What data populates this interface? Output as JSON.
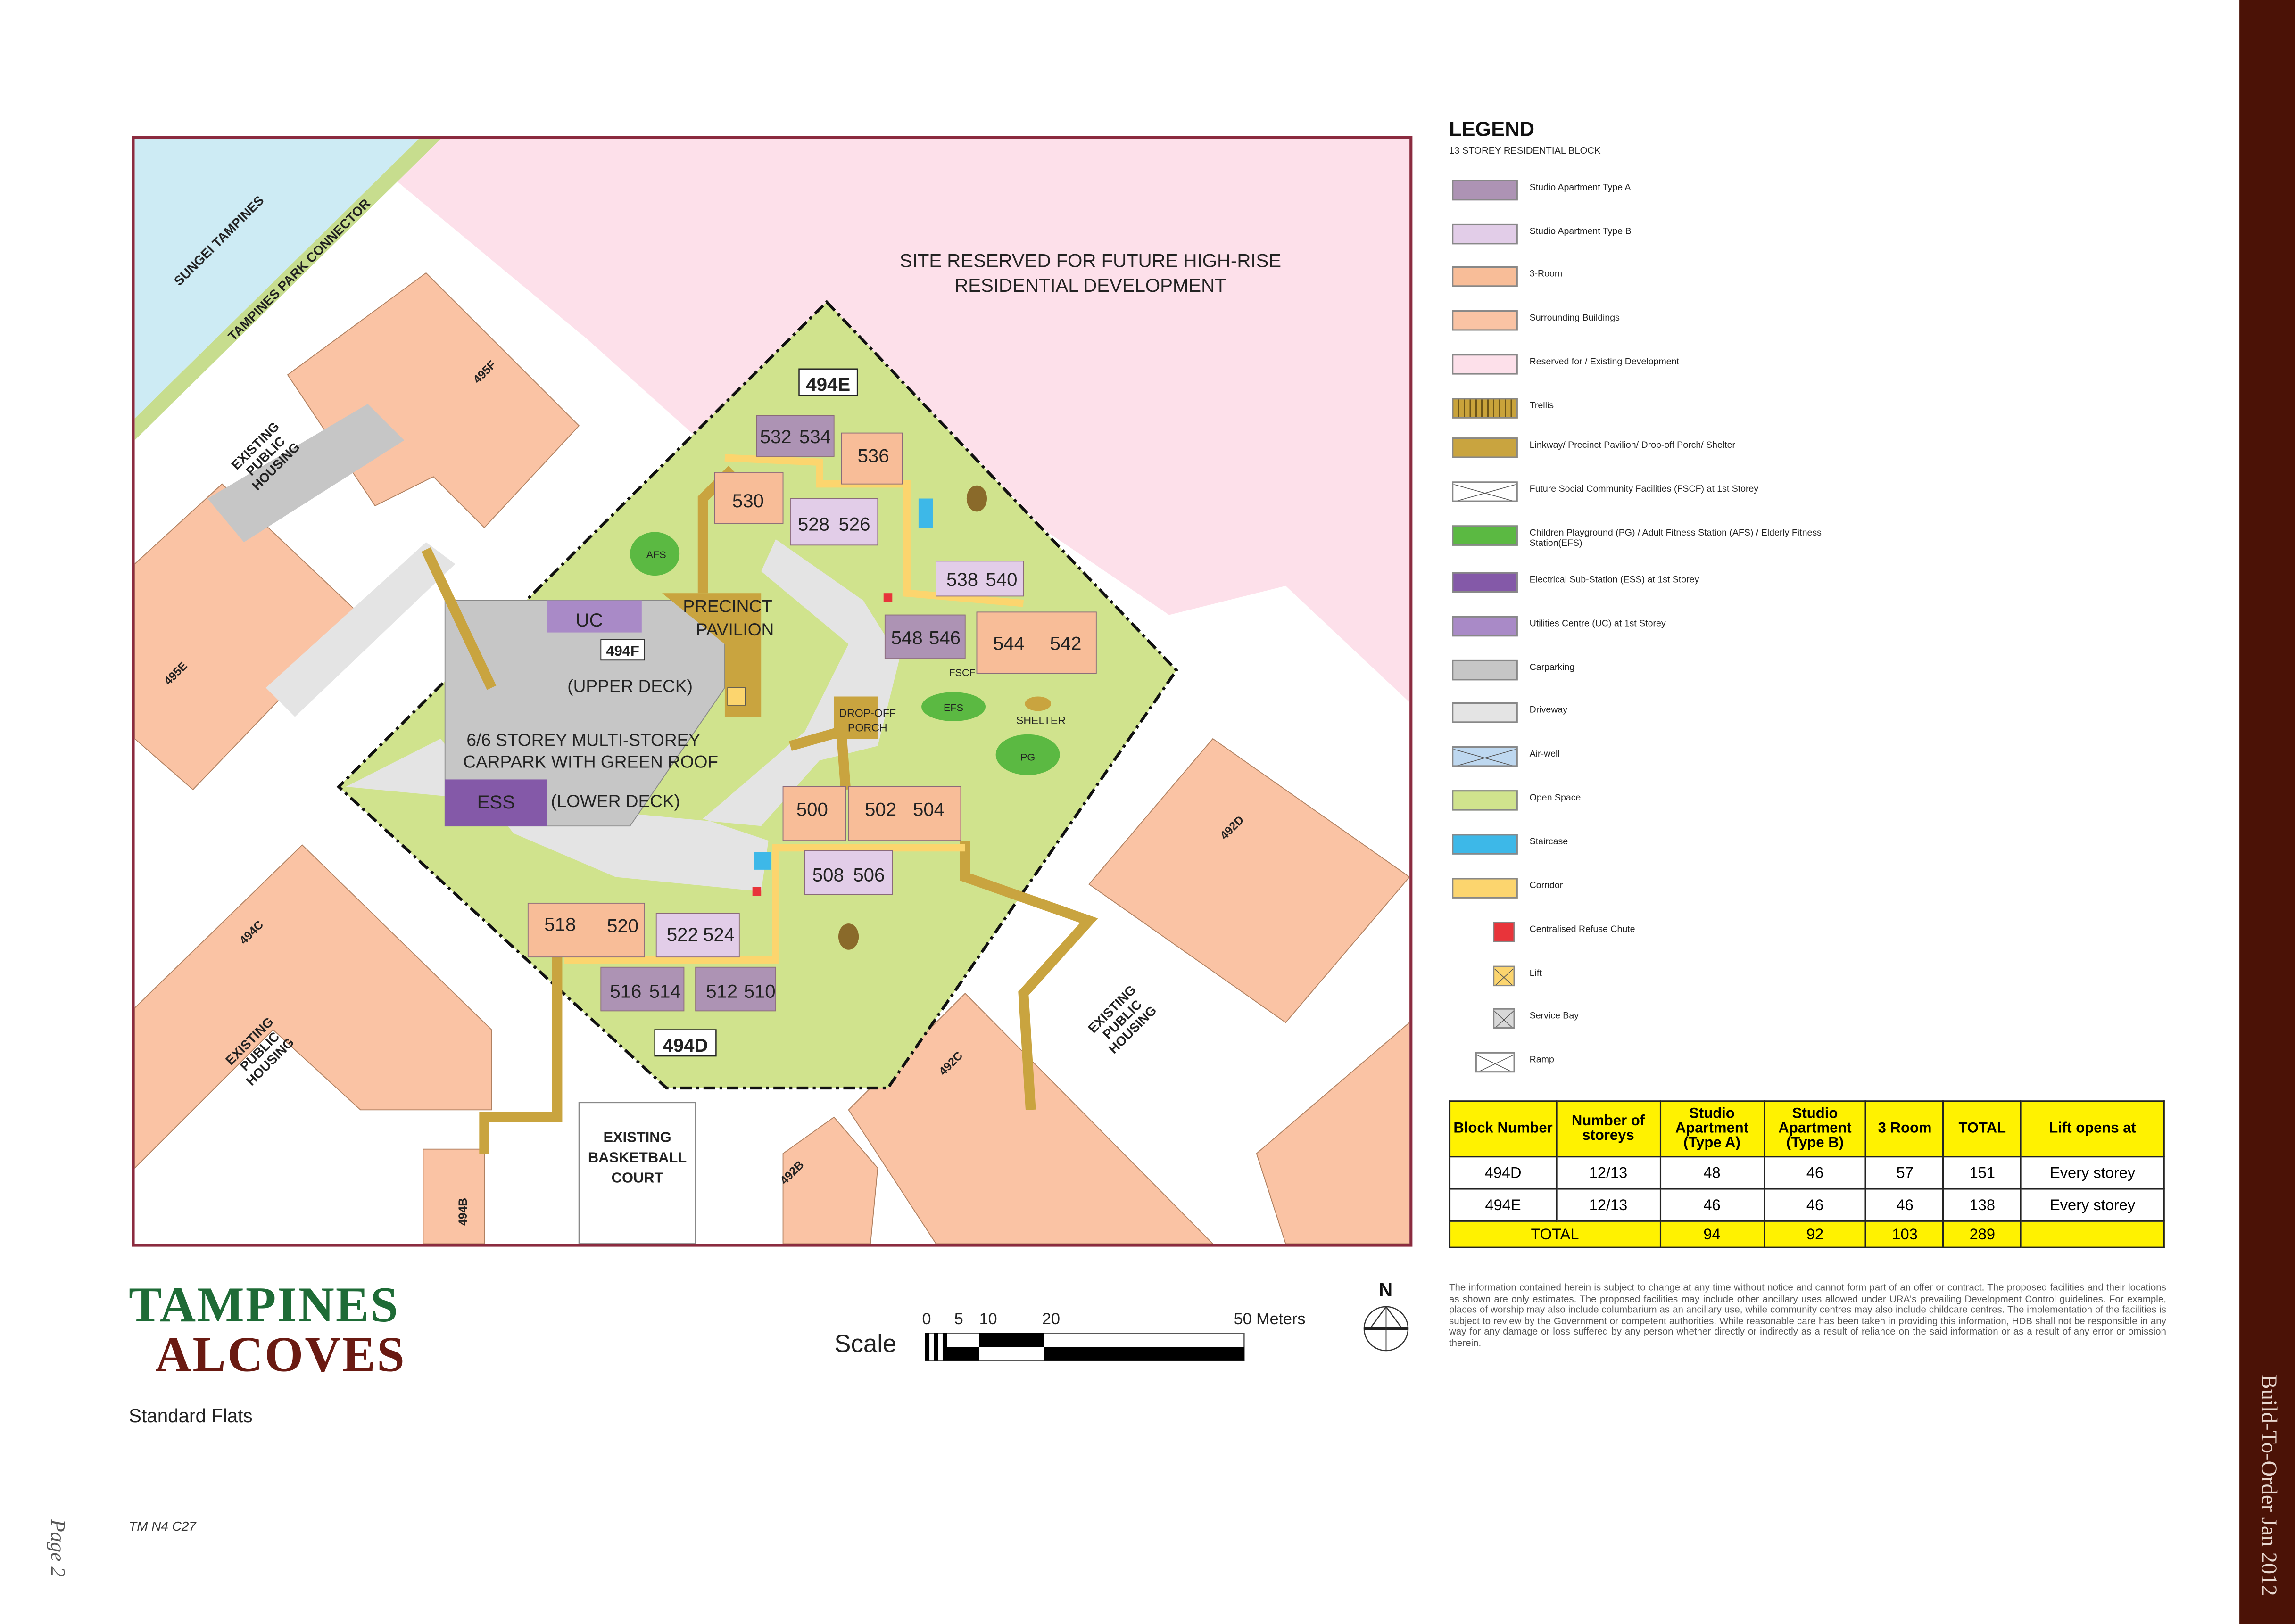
{
  "map": {
    "reserved_site": [
      "SITE RESERVED FOR FUTURE HIGH-RISE",
      "RESIDENTIAL DEVELOPMENT"
    ],
    "river": "SUNGEI TAMPINES",
    "park_connector": "TAMPINES PARK CONNECTOR",
    "existing_housing": [
      "EXISTING",
      "PUBLIC",
      "HOUSING"
    ],
    "basketball": [
      "EXISTING",
      "BASKETBALL",
      "COURT"
    ],
    "surrounding_blocks": [
      "495F",
      "495E",
      "494C",
      "494B",
      "492B",
      "492C",
      "492D"
    ],
    "block_tags": {
      "e": "494E",
      "d": "494D",
      "f": "494F"
    },
    "carpark": {
      "uc": "UC",
      "ess": "ESS",
      "upper_deck": "(UPPER DECK)",
      "lower_deck": "(LOWER DECK)",
      "title": [
        "6/6 STOREY MULTI-STOREY",
        "CARPARK WITH GREEN ROOF"
      ]
    },
    "pavilion": [
      "PRECINCT",
      "PAVILION"
    ],
    "dropoff": [
      "DROP-OFF",
      "PORCH"
    ],
    "facilities": {
      "afs": "AFS",
      "efs": "EFS",
      "pg": "PG",
      "fscf": "FSCF",
      "shelter": "SHELTER"
    },
    "units": [
      "532",
      "534",
      "536",
      "530",
      "528",
      "526",
      "538",
      "540",
      "548",
      "546",
      "544",
      "542",
      "500",
      "502",
      "504",
      "508",
      "506",
      "518",
      "520",
      "522",
      "524",
      "516",
      "514",
      "512",
      "510"
    ]
  },
  "legend": {
    "title": "LEGEND",
    "subtitle": "13 STOREY RESIDENTIAL BLOCK",
    "items": [
      {
        "label": "Studio Apartment Type A",
        "color": "#ad93b4"
      },
      {
        "label": "Studio Apartment Type B",
        "color": "#e2cde8"
      },
      {
        "label": "3-Room",
        "color": "#f8bd98"
      },
      {
        "label": "Surrounding Buildings",
        "color": "#fac3a4"
      },
      {
        "label": "Reserved for / Existing Development",
        "color": "#fde0ea"
      },
      {
        "label": "Trellis",
        "color": "#c9a33a"
      },
      {
        "label": "Linkway/ Precinct Pavilion/ Drop-off Porch/ Shelter",
        "color": "#c9a43f"
      },
      {
        "label": "Future Social Community Facilities (FSCF) at 1st Storey",
        "color": "#ffffff"
      },
      {
        "label": "Children Playground (PG) / Adult Fitness Station (AFS) / Elderly Fitness Station(EFS)",
        "color": "#5bb942"
      },
      {
        "label": "Electrical Sub-Station (ESS) at 1st Storey",
        "color": "#8459a8"
      },
      {
        "label": "Utilities Centre (UC) at 1st Storey",
        "color": "#a98ac7"
      },
      {
        "label": "Carparking",
        "color": "#c6c6c6"
      },
      {
        "label": "Driveway",
        "color": "#e4e4e4"
      },
      {
        "label": "Air-well",
        "color": "#bed8f0"
      },
      {
        "label": "Open Space",
        "color": "#d0e38d"
      },
      {
        "label": "Staircase",
        "color": "#3db8e8"
      },
      {
        "label": "Corridor",
        "color": "#fcd56e"
      },
      {
        "label": "Centralised Refuse Chute",
        "color": "#e8343a"
      },
      {
        "label": "Lift",
        "color": "#fcd56e"
      },
      {
        "label": "Service Bay",
        "color": "#d8d8d8"
      },
      {
        "label": "Ramp",
        "color": "#ffffff"
      }
    ]
  },
  "table": {
    "headers": [
      "Block Number",
      "Number of storeys",
      "Studio Apartment (Type A)",
      "Studio Apartment (Type B)",
      "3 Room",
      "TOTAL",
      "Lift opens at"
    ],
    "rows": [
      [
        "494D",
        "12/13",
        "48",
        "46",
        "57",
        "151",
        "Every storey"
      ],
      [
        "494E",
        "12/13",
        "46",
        "46",
        "46",
        "138",
        "Every storey"
      ]
    ],
    "total": [
      "TOTAL",
      "94",
      "92",
      "103",
      "289",
      ""
    ]
  },
  "disclaimer": "The information contained herein is subject to change at any time without notice and cannot form part of an offer or contract. The proposed facilities and their locations as shown are only estimates. The proposed facilities may include other ancillary uses allowed under URA's prevailing Development Control guidelines. For example, places of worship may also include columbarium as an ancillary use, while community centres may also include childcare centres. The implementation of the facilities is subject to review by the Government or competent authorities. While reasonable care has been taken in providing this information, HDB shall not be responsible in any way for any damage or loss suffered by any person whether directly or indirectly as a result of reliance on the said information or as a result of any error or omission therein.",
  "logo": {
    "line1": "TAMPINES",
    "line2": "ALCOVES"
  },
  "subtitle": "Standard Flats",
  "code": "TM N4 C27",
  "page": "Page 2",
  "scale": {
    "label": "Scale",
    "ticks": [
      "0",
      "5",
      "10",
      "20",
      "50 Meters"
    ]
  },
  "north": "N",
  "side_title": "Build-To-Order Jan 2012"
}
